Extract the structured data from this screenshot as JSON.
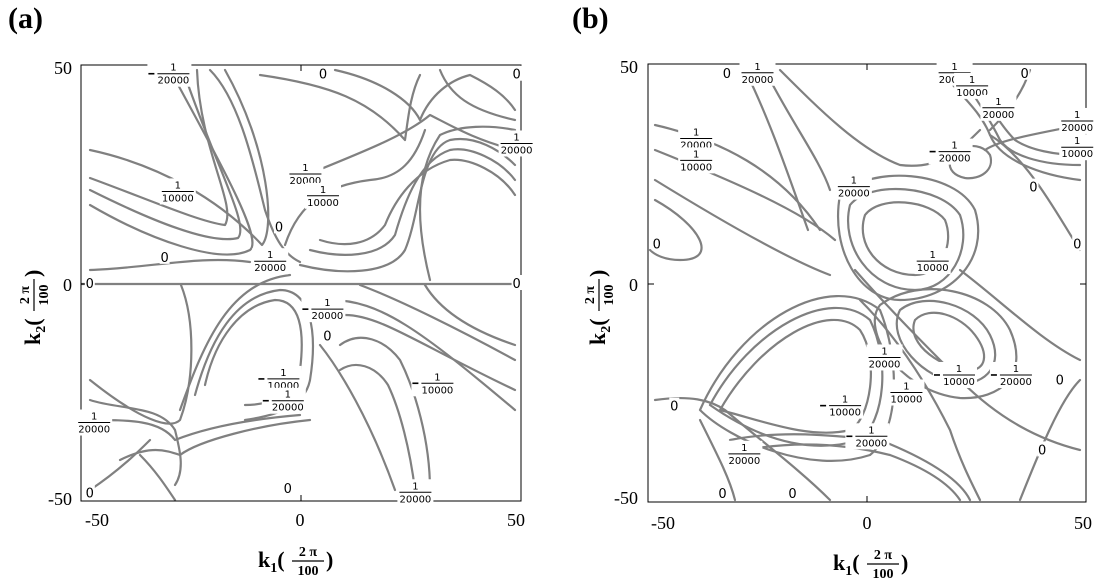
{
  "chart_data": [
    {
      "type": "contour",
      "panel_label": "(a)",
      "x_range": [
        -50,
        50
      ],
      "y_range": [
        -50,
        50
      ],
      "x_ticks": [
        "-50",
        "0",
        "50"
      ],
      "y_ticks": [
        "50",
        "0",
        "-50"
      ],
      "xlabel": {
        "main": "k",
        "sub": "1",
        "num": "2 π",
        "den": "100"
      },
      "ylabel": {
        "main": "k",
        "sub": "2",
        "num": "2 π",
        "den": "100"
      },
      "contour_levels": [
        "-1/10000",
        "-1/20000",
        "0",
        "1/20000",
        "1/10000"
      ],
      "labels": [
        {
          "x": -29,
          "y": 48,
          "value": "-1/20000"
        },
        {
          "x": 5,
          "y": 48,
          "value": "0"
        },
        {
          "x": 49,
          "y": 48,
          "value": "0"
        },
        {
          "x": -28,
          "y": 21,
          "value": "1/10000"
        },
        {
          "x": 1,
          "y": 25,
          "value": "1/20000"
        },
        {
          "x": 5,
          "y": 20,
          "value": "1/10000"
        },
        {
          "x": 49,
          "y": 32,
          "value": "1/20000"
        },
        {
          "x": -5,
          "y": 13,
          "value": "0"
        },
        {
          "x": -7,
          "y": 5,
          "value": "1/20000"
        },
        {
          "x": -31,
          "y": 6,
          "value": "0"
        },
        {
          "x": -48,
          "y": 0,
          "value": "0"
        },
        {
          "x": 49,
          "y": 0,
          "value": "0"
        },
        {
          "x": 6,
          "y": -6,
          "value": "-1/20000"
        },
        {
          "x": 6,
          "y": -12,
          "value": "0"
        },
        {
          "x": -4,
          "y": -22,
          "value": "-1/10000"
        },
        {
          "x": -3,
          "y": -27,
          "value": "-1/20000"
        },
        {
          "x": 31,
          "y": -23,
          "value": "-1/10000"
        },
        {
          "x": -47,
          "y": -32,
          "value": "1/20000"
        },
        {
          "x": -3,
          "y": -47,
          "value": "0"
        },
        {
          "x": 26,
          "y": -48,
          "value": "1/20000"
        },
        {
          "x": -48,
          "y": -48,
          "value": "0"
        }
      ]
    },
    {
      "type": "contour",
      "panel_label": "(b)",
      "x_range": [
        -50,
        50
      ],
      "y_range": [
        -50,
        50
      ],
      "x_ticks": [
        "-50",
        "0",
        "50"
      ],
      "y_ticks": [
        "50",
        "0",
        "-50"
      ],
      "xlabel": {
        "main": "k",
        "sub": "1",
        "num": "2 π",
        "den": "100"
      },
      "ylabel": {
        "main": "k",
        "sub": "2",
        "num": "2 π",
        "den": "100"
      },
      "contour_levels": [
        "-1/10000",
        "-1/20000",
        "0",
        "1/20000",
        "1/10000"
      ],
      "labels": [
        {
          "x": -32,
          "y": 48,
          "value": "0"
        },
        {
          "x": -25,
          "y": 48,
          "value": "1/20000"
        },
        {
          "x": 20,
          "y": 48,
          "value": "1/20000"
        },
        {
          "x": 36,
          "y": 48,
          "value": "0"
        },
        {
          "x": 24,
          "y": 45,
          "value": "1/10000"
        },
        {
          "x": 30,
          "y": 40,
          "value": "1/20000"
        },
        {
          "x": 48,
          "y": 37,
          "value": "1/20000"
        },
        {
          "x": 48,
          "y": 31,
          "value": "1/10000"
        },
        {
          "x": -39,
          "y": 33,
          "value": "1/20000"
        },
        {
          "x": -39,
          "y": 28,
          "value": "1/10000"
        },
        {
          "x": 20,
          "y": 30,
          "value": "-1/20000"
        },
        {
          "x": 38,
          "y": 22,
          "value": "0"
        },
        {
          "x": -3,
          "y": 22,
          "value": "1/20000"
        },
        {
          "x": -48,
          "y": 9,
          "value": "0"
        },
        {
          "x": 48,
          "y": 9,
          "value": "0"
        },
        {
          "x": 15,
          "y": 5,
          "value": "1/10000"
        },
        {
          "x": 4,
          "y": -17,
          "value": "1/20000"
        },
        {
          "x": 21,
          "y": -21,
          "value": "-1/10000"
        },
        {
          "x": 34,
          "y": -21,
          "value": "-1/20000"
        },
        {
          "x": 44,
          "y": -22,
          "value": "0"
        },
        {
          "x": 9,
          "y": -25,
          "value": "1/10000"
        },
        {
          "x": -5,
          "y": -28,
          "value": "-1/10000"
        },
        {
          "x": 1,
          "y": -35,
          "value": "-1/20000"
        },
        {
          "x": -44,
          "y": -28,
          "value": "0"
        },
        {
          "x": -28,
          "y": -39,
          "value": "1/20000"
        },
        {
          "x": 40,
          "y": -38,
          "value": "0"
        },
        {
          "x": -33,
          "y": -48,
          "value": "0"
        },
        {
          "x": -17,
          "y": -48,
          "value": "0"
        }
      ]
    }
  ]
}
